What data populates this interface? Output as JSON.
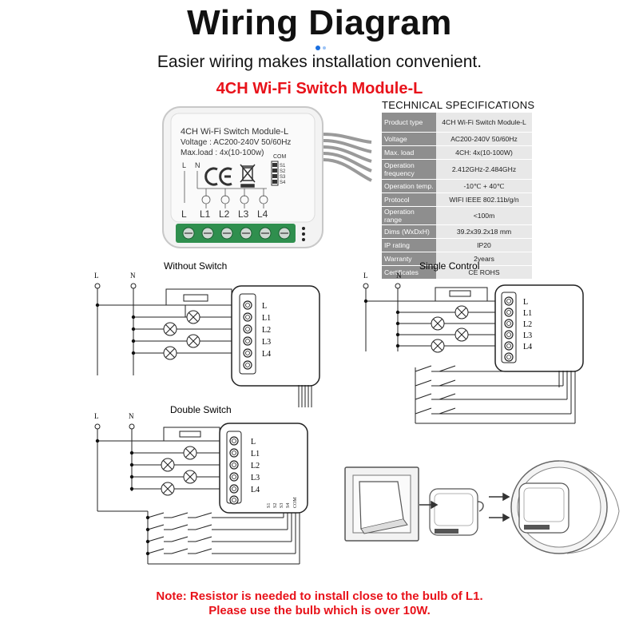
{
  "title": "Wiring Diagram",
  "subtitle": "Easier wiring makes installation convenient.",
  "product_title": "4CH Wi-Fi Switch Module-L",
  "module_label": {
    "line1": "4CH Wi-Fi Switch Module-L",
    "line2": "Voltage : AC200-240V 50/60Hz",
    "line3": "Max.load : 4x(10-100w)",
    "com": "COM",
    "s1": "S1",
    "s2": "S2",
    "s3": "S3",
    "s4": "S4",
    "L": "L",
    "N": "N",
    "terminals": [
      "L",
      "L1",
      "L2",
      "L3",
      "L4"
    ]
  },
  "specs": {
    "heading": "TECHNICAL SPECIFICATIONS",
    "rows": [
      {
        "key": "Product type",
        "value": "4CH Wi-Fi Switch Module-L"
      },
      {
        "key": "Voltage",
        "value": "AC200-240V 50/60Hz"
      },
      {
        "key": "Max. load",
        "value": "4CH: 4x(10-100W)"
      },
      {
        "key": "Operation frequency",
        "value": "2.412GHz-2.484GHz"
      },
      {
        "key": "Operation temp.",
        "value": "-10℃ + 40℃"
      },
      {
        "key": "Protocol",
        "value": "WIFI IEEE 802.11b/g/n"
      },
      {
        "key": "Operation range",
        "value": "<100m"
      },
      {
        "key": "Dims (WxDxH)",
        "value": "39.2x39.2x18 mm"
      },
      {
        "key": "IP rating",
        "value": "IP20"
      },
      {
        "key": "Warranty",
        "value": "2years"
      },
      {
        "key": "Certificates",
        "value": "CE ROHS"
      }
    ]
  },
  "diagrams": {
    "without_switch": "Without Switch",
    "single_control": "Single Control",
    "double_switch": "Double Switch",
    "L": "L",
    "N": "N",
    "terminals": [
      "L",
      "L1",
      "L2",
      "L3",
      "L4"
    ],
    "switch_labels": [
      "S1",
      "S2",
      "S3",
      "S4",
      "COM"
    ]
  },
  "note": {
    "line1": "Note: Resistor is needed to install close to the bulb of L1.",
    "line2": "Please use the bulb which is over 10W."
  },
  "colors": {
    "accent_red": "#e8121a",
    "spec_key_bg": "#8e8e8e",
    "spec_value_bg": "#e8e8e8",
    "terminal_green": "#2f8f4e",
    "dot_blue": "#1a6fe0"
  }
}
